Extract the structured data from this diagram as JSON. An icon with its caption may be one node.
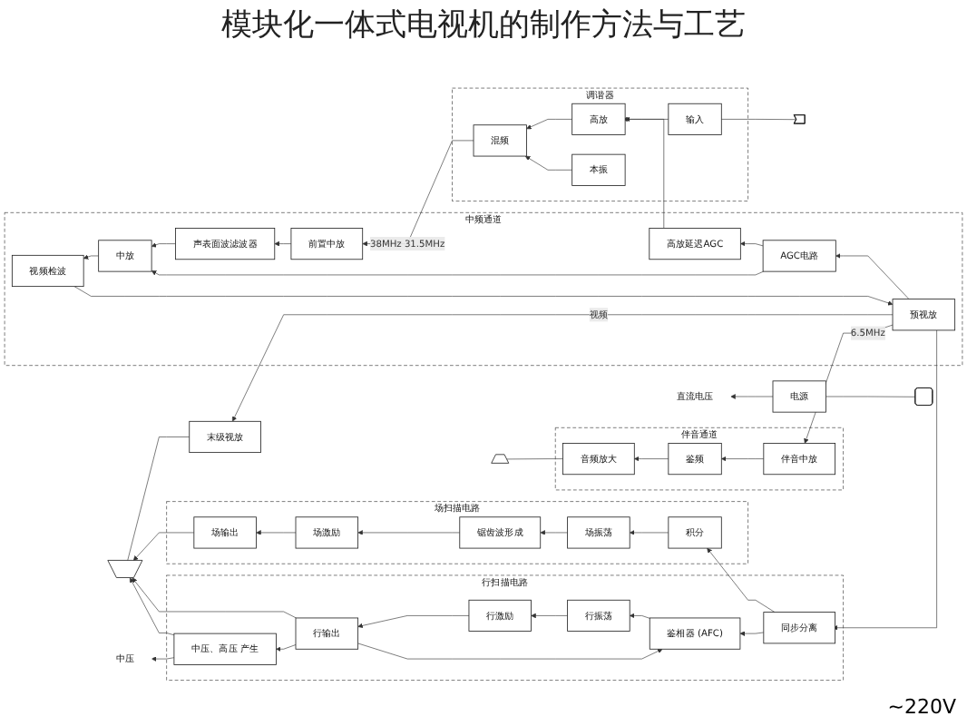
{
  "diagram": {
    "title": "模块化一体式电视机的制作方法与工艺",
    "nodes": [
      {
        "text": [
          "伴音通道"
        ]
      },
      {
        "text": [
          "音频放大"
        ],
        "in": 0
      },
      {
        "text": [
          "鉴频"
        ],
        "in": 0
      },
      {
        "text": [
          "伴音中放"
        ],
        "in": 0
      },
      {
        "text": [],
        "shape": "speaker"
      },
      {
        "text": [],
        "shape": "tube"
      },
      {
        "text": [
          "末级视放"
        ]
      },
      {
        "text": [
          "中频通道"
        ]
      },
      {
        "text": [
          "预视放"
        ],
        "in": 7
      },
      {
        "text": [
          "视频检波"
        ],
        "in": 7
      },
      {
        "text": [
          "中放"
        ],
        "in": 7
      },
      {
        "text": [
          "声表面波滤波器"
        ],
        "in": 7
      },
      {
        "text": [
          "前置中放"
        ],
        "in": 7
      },
      {
        "text": [
          "AGC电路"
        ],
        "in": 7
      },
      {
        "text": [
          "高放延迟AGC"
        ],
        "in": 7
      },
      {
        "text": [
          "调谐器"
        ]
      },
      {
        "text": [
          "输入"
        ],
        "in": 15
      },
      {
        "text": [
          "高放"
        ],
        "in": 15
      },
      {
        "text": [
          "混频"
        ],
        "in": 15
      },
      {
        "text": [
          "本振"
        ],
        "in": 15
      },
      {
        "text": [],
        "shape": "antenna"
      },
      {
        "text": [
          "场扫描电路"
        ]
      },
      {
        "text": [
          "场输出"
        ],
        "in": 21
      },
      {
        "text": [
          "场激励"
        ],
        "in": 21
      },
      {
        "text": [
          "锯齿波形成"
        ],
        "in": 21
      },
      {
        "text": [
          "场振荡"
        ],
        "in": 21
      },
      {
        "text": [
          "积分"
        ],
        "in": 21
      },
      {
        "text": [
          "行扫描电路"
        ]
      },
      {
        "text": [
          "同步分离"
        ],
        "in": 27
      },
      {
        "text": [
          "鉴相器 (AFC)"
        ],
        "in": 27
      },
      {
        "text": [
          "行振荡"
        ],
        "in": 27
      },
      {
        "text": [
          "行激励"
        ],
        "in": 27
      },
      {
        "text": [
          "行输出"
        ],
        "in": 27
      },
      {
        "text": [
          "中压、高压 产生"
        ],
        "in": 27
      },
      {
        "text": [
          "中压"
        ]
      },
      {
        "text": [
          "电源"
        ]
      },
      {
        "text": [],
        "shape": "plug"
      },
      {
        "text": [
          "直流电压"
        ]
      }
    ],
    "edges": [
      {
        "from": 20,
        "to": 16,
        "arrow": "none"
      },
      {
        "from": 16,
        "to": 17,
        "arrow": "to"
      },
      {
        "from": 17,
        "to": 18,
        "arrow": "to"
      },
      {
        "from": 19,
        "to": 18,
        "arrow": "to"
      },
      {
        "from": 18,
        "to": 12,
        "arrow": "to",
        "label": "38MHz 31.5MHz"
      },
      {
        "from": 12,
        "to": 11,
        "arrow": "to"
      },
      {
        "from": 11,
        "to": 10,
        "arrow": "to"
      },
      {
        "from": 10,
        "to": 9,
        "arrow": "to"
      },
      {
        "from": 9,
        "to": 8,
        "arrow": "to"
      },
      {
        "from": 8,
        "to": 6,
        "arrow": "to",
        "label": "视频"
      },
      {
        "from": 8,
        "to": 3,
        "arrow": "to",
        "label": "6.5MHz"
      },
      {
        "from": 8,
        "to": 13,
        "arrow": "to"
      },
      {
        "from": 13,
        "to": 10,
        "arrow": "to"
      },
      {
        "from": 13,
        "to": 14,
        "arrow": "to"
      },
      {
        "from": 14,
        "to": 17,
        "arrow": "to"
      },
      {
        "from": 3,
        "to": 2,
        "arrow": "to"
      },
      {
        "from": 2,
        "to": 1,
        "arrow": "to"
      },
      {
        "from": 1,
        "to": 4,
        "arrow": "none"
      },
      {
        "from": 6,
        "to": 5,
        "arrow": "none"
      },
      {
        "from": 8,
        "to": 28,
        "arrow": "to"
      },
      {
        "from": 28,
        "to": 26,
        "arrow": "to"
      },
      {
        "from": 28,
        "to": 29,
        "arrow": "to"
      },
      {
        "from": 26,
        "to": 25,
        "arrow": "to"
      },
      {
        "from": 25,
        "to": 24,
        "arrow": "to"
      },
      {
        "from": 24,
        "to": 23,
        "arrow": "to"
      },
      {
        "from": 23,
        "to": 22,
        "arrow": "to"
      },
      {
        "from": 22,
        "to": 5,
        "arrow": "to"
      },
      {
        "from": 29,
        "to": 30,
        "arrow": "to"
      },
      {
        "from": 30,
        "to": 31,
        "arrow": "to"
      },
      {
        "from": 31,
        "to": 32,
        "arrow": "to"
      },
      {
        "from": 32,
        "to": 33,
        "arrow": "to"
      },
      {
        "from": 32,
        "to": 5,
        "arrow": "to"
      },
      {
        "from": 33,
        "to": 5,
        "arrow": "to"
      },
      {
        "from": 33,
        "to": 34,
        "arrow": "to"
      },
      {
        "from": 32,
        "to": 29,
        "arrow": "to"
      },
      {
        "from": 36,
        "to": 35,
        "arrow": "none"
      },
      {
        "from": 35,
        "to": 37,
        "arrow": "to"
      }
    ],
    "labels": [
      "~220V"
    ]
  }
}
